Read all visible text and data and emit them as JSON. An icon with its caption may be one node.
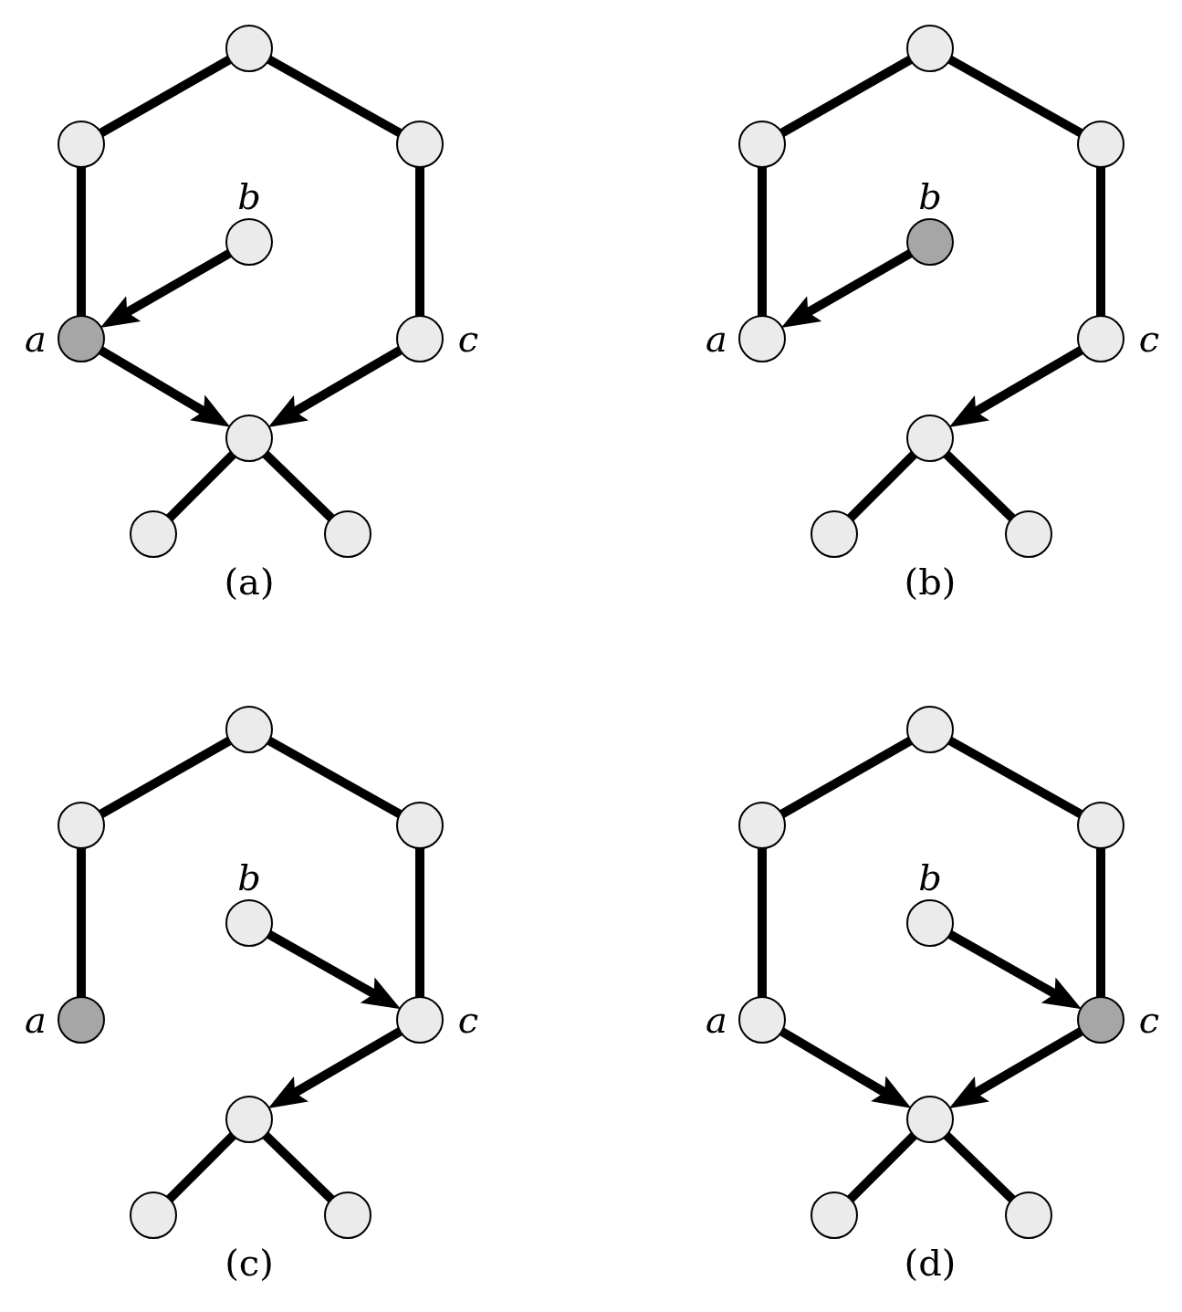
{
  "diagram": {
    "nodes": [
      {
        "text": [],
        "shape": "circle"
      },
      {
        "text": [],
        "shape": "circle"
      },
      {
        "text": [],
        "shape": "circle"
      },
      {
        "text": [],
        "shape": "circle",
        "beside": [
          "b"
        ]
      },
      {
        "text": [],
        "shape": "circle",
        "beside": [
          "a"
        ]
      },
      {
        "text": [],
        "shape": "circle",
        "beside": [
          "c"
        ]
      },
      {
        "text": [],
        "shape": "circle"
      },
      {
        "text": [],
        "shape": "circle"
      },
      {
        "text": [],
        "shape": "circle"
      },
      {
        "text": [],
        "shape": "circle"
      },
      {
        "text": [],
        "shape": "circle"
      },
      {
        "text": [],
        "shape": "circle"
      },
      {
        "text": [],
        "shape": "circle",
        "beside": [
          "b"
        ]
      },
      {
        "text": [],
        "shape": "circle",
        "beside": [
          "a"
        ]
      },
      {
        "text": [],
        "shape": "circle",
        "beside": [
          "c"
        ]
      },
      {
        "text": [],
        "shape": "circle"
      },
      {
        "text": [],
        "shape": "circle"
      },
      {
        "text": [],
        "shape": "circle"
      },
      {
        "text": [],
        "shape": "circle"
      },
      {
        "text": [],
        "shape": "circle"
      },
      {
        "text": [],
        "shape": "circle"
      },
      {
        "text": [],
        "shape": "circle",
        "beside": [
          "b"
        ]
      },
      {
        "text": [],
        "shape": "circle",
        "beside": [
          "a"
        ]
      },
      {
        "text": [],
        "shape": "circle",
        "beside": [
          "c"
        ]
      },
      {
        "text": [],
        "shape": "circle"
      },
      {
        "text": [],
        "shape": "circle"
      },
      {
        "text": [],
        "shape": "circle"
      },
      {
        "text": [],
        "shape": "circle"
      },
      {
        "text": [],
        "shape": "circle"
      },
      {
        "text": [],
        "shape": "circle"
      },
      {
        "text": [],
        "shape": "circle",
        "beside": [
          "b"
        ]
      },
      {
        "text": [],
        "shape": "circle",
        "beside": [
          "a"
        ]
      },
      {
        "text": [],
        "shape": "circle",
        "beside": [
          "c"
        ]
      },
      {
        "text": [],
        "shape": "circle"
      },
      {
        "text": [],
        "shape": "circle"
      },
      {
        "text": [],
        "shape": "circle"
      }
    ],
    "edges": [
      {
        "from": 0,
        "to": 1,
        "arrow": "none"
      },
      {
        "from": 0,
        "to": 2,
        "arrow": "none"
      },
      {
        "from": 1,
        "to": 4,
        "arrow": "none"
      },
      {
        "from": 2,
        "to": 5,
        "arrow": "none"
      },
      {
        "from": 3,
        "to": 4,
        "arrow": "to"
      },
      {
        "from": 4,
        "to": 6,
        "arrow": "to"
      },
      {
        "from": 5,
        "to": 6,
        "arrow": "to"
      },
      {
        "from": 6,
        "to": 7,
        "arrow": "none"
      },
      {
        "from": 6,
        "to": 8,
        "arrow": "none"
      },
      {
        "from": 9,
        "to": 10,
        "arrow": "none"
      },
      {
        "from": 9,
        "to": 11,
        "arrow": "none"
      },
      {
        "from": 10,
        "to": 13,
        "arrow": "none"
      },
      {
        "from": 11,
        "to": 14,
        "arrow": "none"
      },
      {
        "from": 12,
        "to": 13,
        "arrow": "to"
      },
      {
        "from": 14,
        "to": 15,
        "arrow": "to"
      },
      {
        "from": 15,
        "to": 16,
        "arrow": "none"
      },
      {
        "from": 15,
        "to": 17,
        "arrow": "none"
      },
      {
        "from": 18,
        "to": 19,
        "arrow": "none"
      },
      {
        "from": 18,
        "to": 20,
        "arrow": "none"
      },
      {
        "from": 19,
        "to": 22,
        "arrow": "none"
      },
      {
        "from": 20,
        "to": 23,
        "arrow": "none"
      },
      {
        "from": 21,
        "to": 23,
        "arrow": "to"
      },
      {
        "from": 23,
        "to": 24,
        "arrow": "to"
      },
      {
        "from": 24,
        "to": 25,
        "arrow": "none"
      },
      {
        "from": 24,
        "to": 26,
        "arrow": "none"
      },
      {
        "from": 27,
        "to": 28,
        "arrow": "none"
      },
      {
        "from": 27,
        "to": 29,
        "arrow": "none"
      },
      {
        "from": 28,
        "to": 31,
        "arrow": "none"
      },
      {
        "from": 29,
        "to": 32,
        "arrow": "none"
      },
      {
        "from": 30,
        "to": 32,
        "arrow": "to"
      },
      {
        "from": 31,
        "to": 33,
        "arrow": "to"
      },
      {
        "from": 32,
        "to": 33,
        "arrow": "to"
      },
      {
        "from": 33,
        "to": 34,
        "arrow": "none"
      },
      {
        "from": 33,
        "to": 35,
        "arrow": "none"
      }
    ],
    "labels": [
      "(a)",
      "(b)",
      "(c)",
      "(d)"
    ]
  }
}
